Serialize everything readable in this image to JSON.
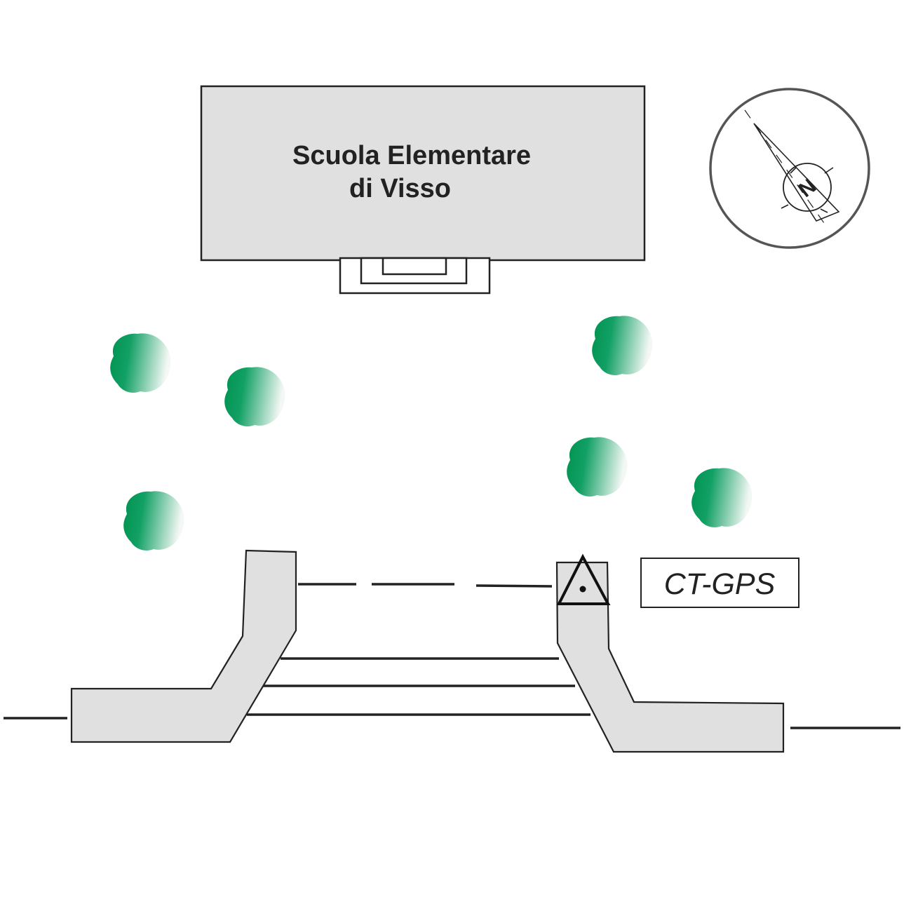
{
  "school": {
    "line1": "Scuola Elementare",
    "line2": "di Visso"
  },
  "station": {
    "label": "CT-GPS"
  },
  "compass": {
    "north_label": "N"
  },
  "colors": {
    "building_fill": "#e0e0e0",
    "outline": "#222222",
    "tree_dark": "#009a55",
    "tree_light": "#f2f7f4",
    "compass_ring": "#555555"
  }
}
